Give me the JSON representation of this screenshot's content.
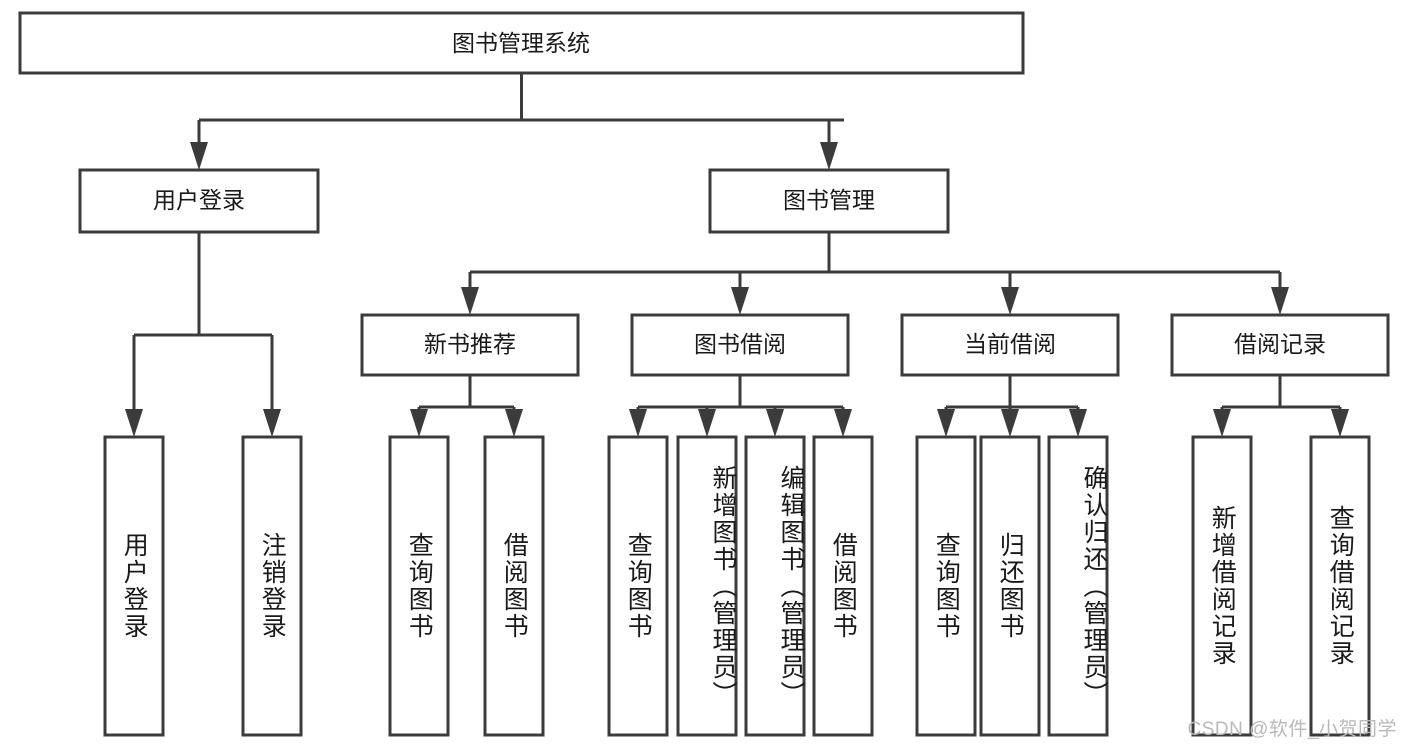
{
  "diagram": {
    "title": "图书管理系统",
    "type": "hierarchy-tree",
    "colors": {
      "stroke": "#3b3b3b",
      "fill": "#ffffff",
      "text": "#1a1a1a",
      "watermark": "#b9b9b9"
    },
    "root": {
      "label": "图书管理系统"
    },
    "level2": [
      {
        "label": "用户登录"
      },
      {
        "label": "图书管理"
      }
    ],
    "level3": [
      {
        "label": "新书推荐"
      },
      {
        "label": "图书借阅"
      },
      {
        "label": "当前借阅"
      },
      {
        "label": "借阅记录"
      }
    ],
    "leaves": {
      "user_login": [
        {
          "label": "用户登录"
        },
        {
          "label": "注销登录"
        }
      ],
      "new_book_recommend": [
        {
          "label": "查询图书"
        },
        {
          "label": "借阅图书"
        }
      ],
      "book_borrow": [
        {
          "label": "查询图书"
        },
        {
          "label": "新增图书（管理员）"
        },
        {
          "label": "编辑图书（管理员）"
        },
        {
          "label": "借阅图书"
        }
      ],
      "current_borrow": [
        {
          "label": "查询图书"
        },
        {
          "label": "归还图书"
        },
        {
          "label": "确认归还（管理员）"
        }
      ],
      "borrow_record": [
        {
          "label": "新增借阅记录"
        },
        {
          "label": "查询借阅记录"
        }
      ]
    },
    "watermark": "CSDN @软件_小贺同学"
  }
}
